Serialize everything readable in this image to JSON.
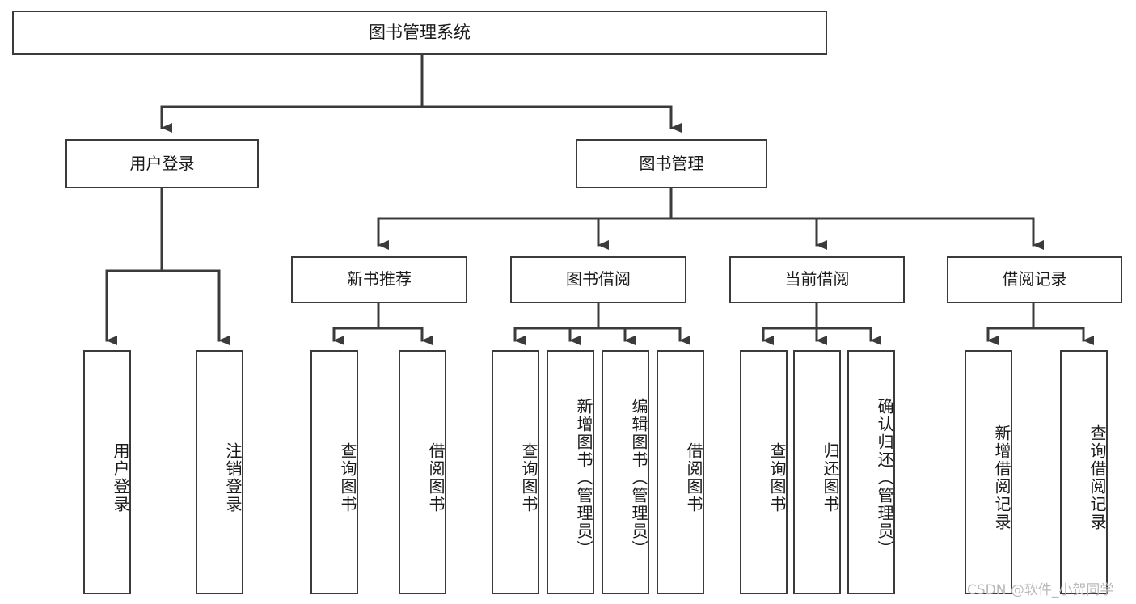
{
  "diagram": {
    "type": "tree",
    "title": "图书管理系统",
    "stroke_color": "#3b3b3b",
    "background_color": "#ffffff",
    "root": {
      "label": "图书管理系统",
      "children": [
        {
          "label": "用户登录",
          "children": [
            {
              "label": "用户登录"
            },
            {
              "label": "注销登录"
            }
          ]
        },
        {
          "label": "图书管理",
          "children": [
            {
              "label": "新书推荐",
              "children": [
                {
                  "label": "查询图书"
                },
                {
                  "label": "借阅图书"
                }
              ]
            },
            {
              "label": "图书借阅",
              "children": [
                {
                  "label": "查询图书"
                },
                {
                  "label": "新增图书（管理员）"
                },
                {
                  "label": "编辑图书（管理员）"
                },
                {
                  "label": "借阅图书"
                }
              ]
            },
            {
              "label": "当前借阅",
              "children": [
                {
                  "label": "查询图书"
                },
                {
                  "label": "归还图书"
                },
                {
                  "label": "确认归还（管理员）"
                }
              ]
            },
            {
              "label": "借阅记录",
              "children": [
                {
                  "label": "新增借阅记录"
                },
                {
                  "label": "查询借阅记录"
                }
              ]
            }
          ]
        }
      ]
    }
  },
  "watermark": {
    "text": "CSDN @软件_小贺同学"
  }
}
